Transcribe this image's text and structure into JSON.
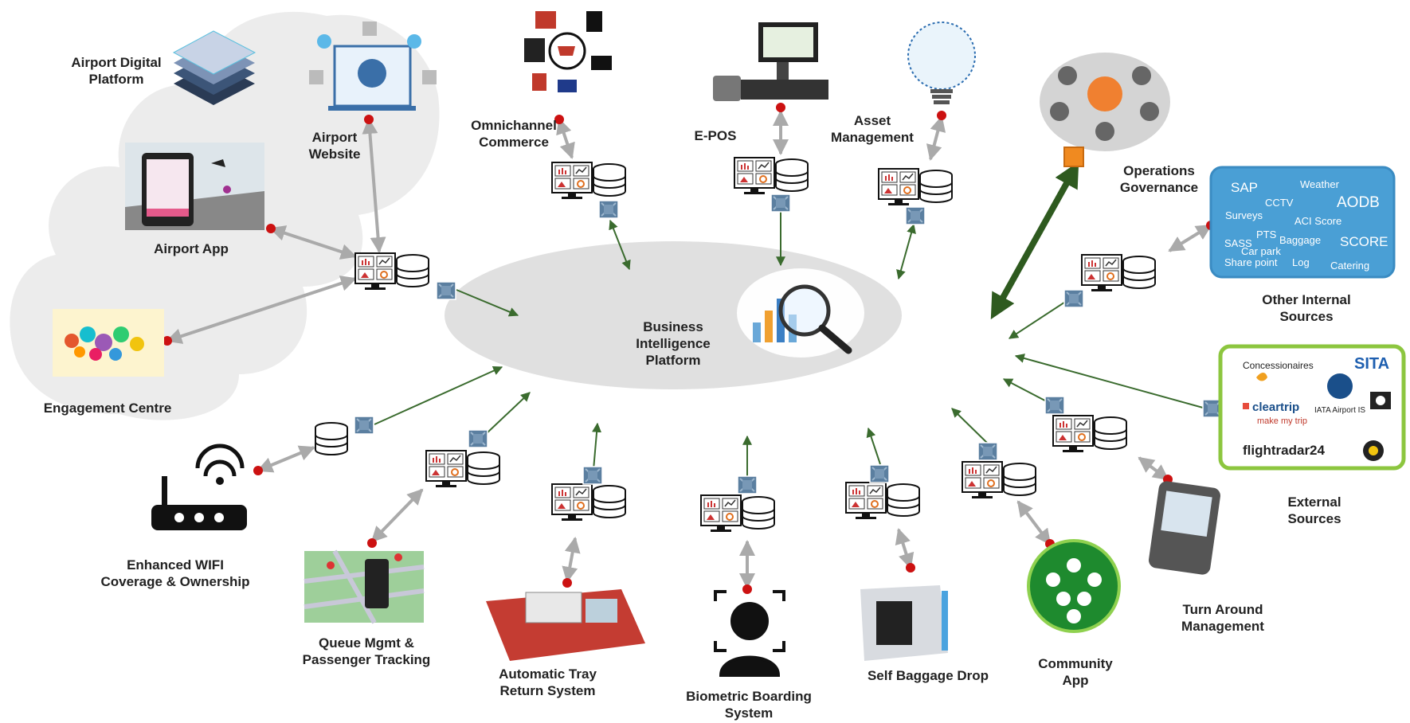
{
  "center": {
    "title_lines": [
      "Business",
      "Intelligence",
      "Platform"
    ]
  },
  "nodes": {
    "airport_digital_platform": [
      "Airport Digital",
      "Platform"
    ],
    "airport_website": [
      "Airport",
      "Website"
    ],
    "airport_app": [
      "Airport App"
    ],
    "engagement_centre": [
      "Engagement Centre"
    ],
    "omnichannel_commerce": [
      "Omnichannel",
      "Commerce"
    ],
    "epos": [
      "E-POS"
    ],
    "asset_management": [
      "Asset",
      "Management"
    ],
    "operations_governance": [
      "Operations",
      "Governance"
    ],
    "other_internal_sources": [
      "Other Internal",
      "Sources"
    ],
    "external_sources": [
      "External",
      "Sources"
    ],
    "turn_around_management": [
      "Turn Around",
      "Management"
    ],
    "community_app": [
      "Community",
      "App"
    ],
    "self_baggage_drop": [
      "Self Baggage Drop"
    ],
    "biometric_boarding": [
      "Biometric Boarding",
      "System"
    ],
    "automatic_tray": [
      "Automatic Tray",
      "Return System"
    ],
    "queue_mgmt": [
      "Queue Mgmt &",
      "Passenger Tracking"
    ],
    "enhanced_wifi": [
      "Enhanced WIFI",
      "Coverage & Ownership"
    ]
  },
  "internal_sources_words": [
    "SAP",
    "Weather",
    "CCTV",
    "AODB",
    "Surveys",
    "ACI Score",
    "PTS",
    "SASS",
    "Baggage",
    "SCORE",
    "Car park",
    "Share point",
    "Log",
    "Catering"
  ],
  "external_sources_words": [
    "Concessionaires",
    "SITA",
    "cleartrip",
    "make my trip",
    "IATA Airport IS",
    "flightradar24"
  ],
  "colors": {
    "connector_dark": "#3a6b2e",
    "connector_grey": "#aaaaaa",
    "dot_red": "#cc1111",
    "ellipse": "#e0e0e0",
    "cloud": "#ececec",
    "internal_box": "#4a9fd5",
    "external_border": "#8cc63f",
    "gov_arrow": "#2e5a1f"
  }
}
